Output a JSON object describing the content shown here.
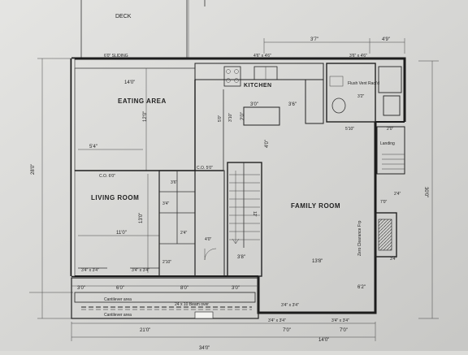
{
  "deck": "DECK",
  "rooms": {
    "eating_area": "EATING AREA",
    "kitchen": "KITCHEN",
    "living_room": "LIVING ROOM",
    "family_room": "FAMILY ROOM"
  },
  "notes": {
    "sliding": "6'0\" SLIDING",
    "flush_vent": "Flush Vent Ract'd",
    "landing": "Landing",
    "zero_clearance": "Zero Clearance Frp",
    "cantilever_1": "Cantilever area",
    "cantilever_2": "Cantilever area",
    "beam": "24 x 10 Beam over",
    "co_living": "C.O. 6'0\"",
    "co_hall": "C.O. 5'0\""
  },
  "dimensions": {
    "top_3_7": "3'7\"",
    "top_4_9": "4'9\"",
    "top_win1": "4'6\" x 4'6\"",
    "top_win2": "3'6\" x 4'6\"",
    "eat_width": "14'0\"",
    "eat_depth": "12'0\"",
    "eat_5_4": "5'4\"",
    "kitchen_3_0": "3'0\"",
    "kitchen_3_6": "3'6\"",
    "kitchen_2_0": "2'0\"",
    "kitchen_4_0": "4'0\"",
    "left_28": "28'0\"",
    "right_30": "30'0\"",
    "lr_11": "11'0\"",
    "lr_13": "13'0\"",
    "bot_win1": "3'4\" x 3'4\"",
    "bot_win2": "3'4\" x 3'4\"",
    "b_3_0a": "3'0\"",
    "b_6_0": "6'0\"",
    "b_8_0": "8'0\"",
    "b_3_0b": "3'0\"",
    "bot_21": "21'0\"",
    "bot_34": "34'0\"",
    "bot_7_0a": "7'0\"",
    "bot_7_0b": "7'0\"",
    "bot_14": "14'0\"",
    "fam_13_8": "13'8\"",
    "fam_6_2": "6'2\"",
    "bw_1": "3'4\" x 3'4\"",
    "bw_2": "3'4\" x 3'4\"",
    "r_3_2": "3'2\"",
    "r_2_4": "2'4\"",
    "r_2_0": "2'0\"",
    "r_3_4": "3'4\"",
    "r_5_10": "5'10\"",
    "r_7_0": "7'0\"",
    "s_3_6": "3'6\"",
    "s_3_4": "3'4\"",
    "s_2_4": "2'4\"",
    "s_4_0": "4'0\"",
    "s_2_10": "2'10\"",
    "s_3_8": "3'8\"",
    "s_12": "12'",
    "c_5_0": "5'0\"",
    "c_3_10": "3'10\""
  }
}
